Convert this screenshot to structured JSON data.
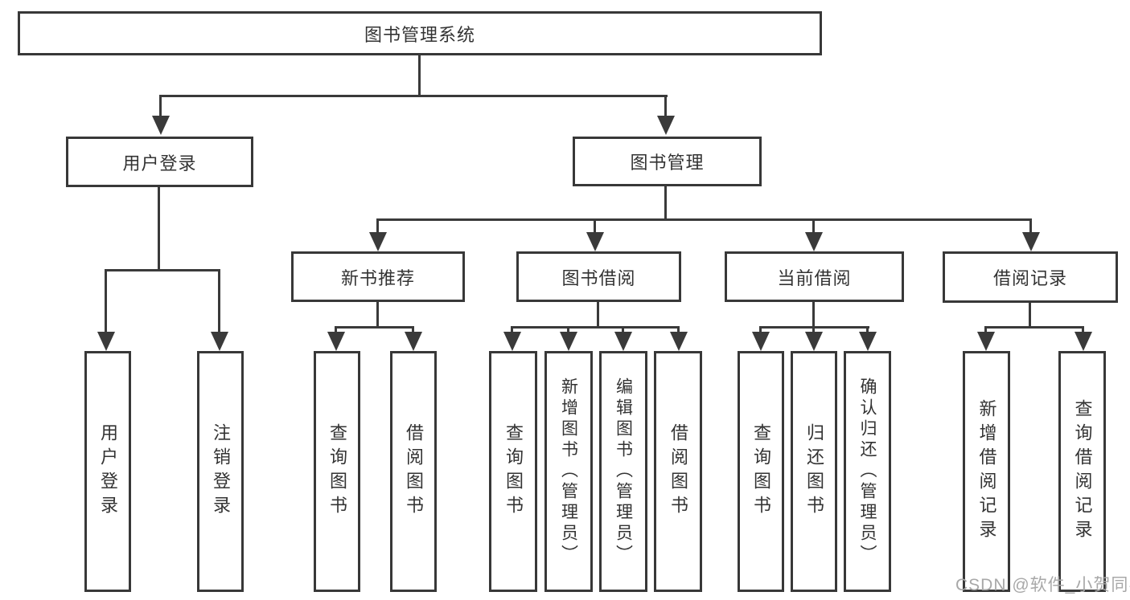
{
  "diagram": {
    "root": "图书管理系统",
    "branches": [
      {
        "label": "用户登录",
        "children": [
          "用户登录",
          "注销登录"
        ]
      },
      {
        "label": "图书管理",
        "sections": [
          {
            "label": "新书推荐",
            "children": [
              "查询图书",
              "借阅图书"
            ]
          },
          {
            "label": "图书借阅",
            "children": [
              "查询图书",
              "新增图书（管理员）",
              "编辑图书（管理员）",
              "借阅图书"
            ]
          },
          {
            "label": "当前借阅",
            "children": [
              "查询图书",
              "归还图书",
              "确认归还（管理员）"
            ]
          },
          {
            "label": "借阅记录",
            "children": [
              "新增借阅记录",
              "查询借阅记录"
            ]
          }
        ]
      }
    ]
  },
  "watermark": "CSDN @软件_小贺同学",
  "colors": {
    "line": "#3a3a3a",
    "border": "#383838",
    "text": "#333333",
    "watermark": "#a8a8a8",
    "background": "#ffffff"
  }
}
